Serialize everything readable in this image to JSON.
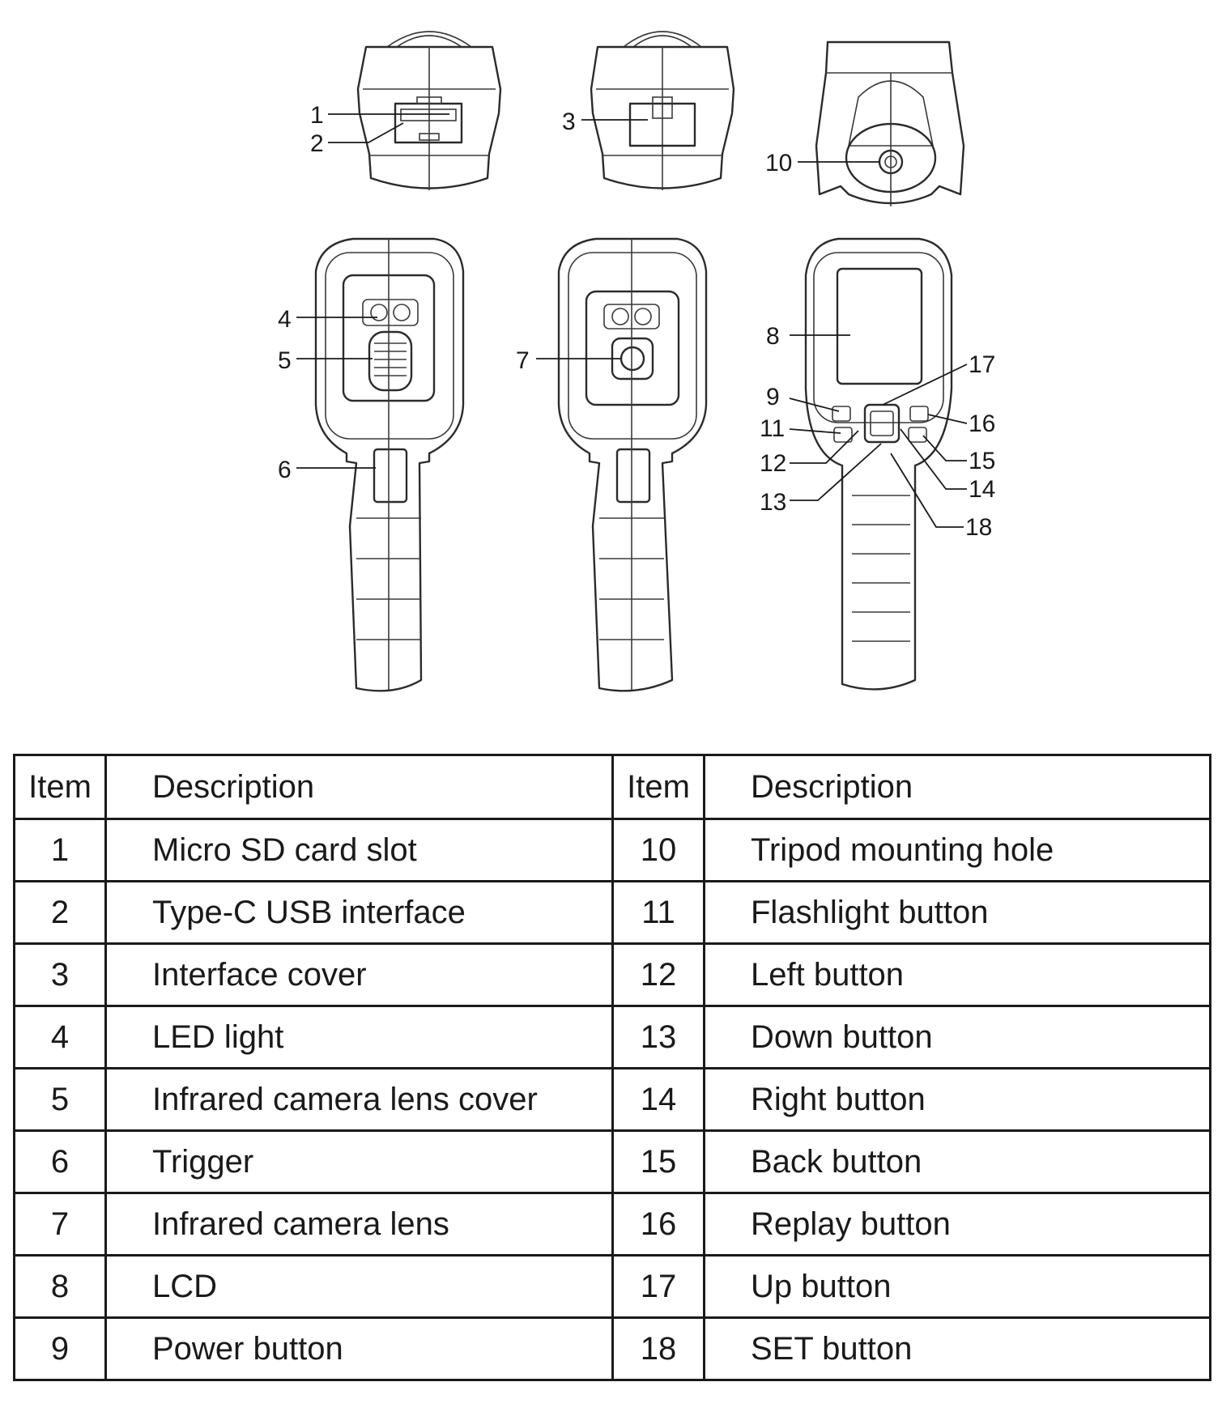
{
  "callouts": {
    "c1": "1",
    "c2": "2",
    "c3": "3",
    "c4": "4",
    "c5": "5",
    "c6": "6",
    "c7": "7",
    "c8": "8",
    "c9": "9",
    "c10": "10",
    "c11": "11",
    "c12": "12",
    "c13": "13",
    "c14": "14",
    "c15": "15",
    "c16": "16",
    "c17": "17",
    "c18": "18"
  },
  "table": {
    "header": {
      "item": "Item",
      "description": "Description"
    },
    "rows": [
      {
        "left_item": "1",
        "left_desc": "Micro SD card slot",
        "right_item": "10",
        "right_desc": "Tripod mounting hole"
      },
      {
        "left_item": "2",
        "left_desc": "Type-C USB interface",
        "right_item": "11",
        "right_desc": "Flashlight button"
      },
      {
        "left_item": "3",
        "left_desc": "Interface cover",
        "right_item": "12",
        "right_desc": "Left button"
      },
      {
        "left_item": "4",
        "left_desc": "LED light",
        "right_item": "13",
        "right_desc": "Down button"
      },
      {
        "left_item": "5",
        "left_desc": "Infrared camera lens cover",
        "right_item": "14",
        "right_desc": "Right button"
      },
      {
        "left_item": "6",
        "left_desc": "Trigger",
        "right_item": "15",
        "right_desc": "Back button"
      },
      {
        "left_item": "7",
        "left_desc": "Infrared camera lens",
        "right_item": "16",
        "right_desc": "Replay button"
      },
      {
        "left_item": "8",
        "left_desc": "LCD",
        "right_item": "17",
        "right_desc": "Up button"
      },
      {
        "left_item": "9",
        "left_desc": "Power button",
        "right_item": "18",
        "right_desc": "SET button"
      }
    ]
  }
}
